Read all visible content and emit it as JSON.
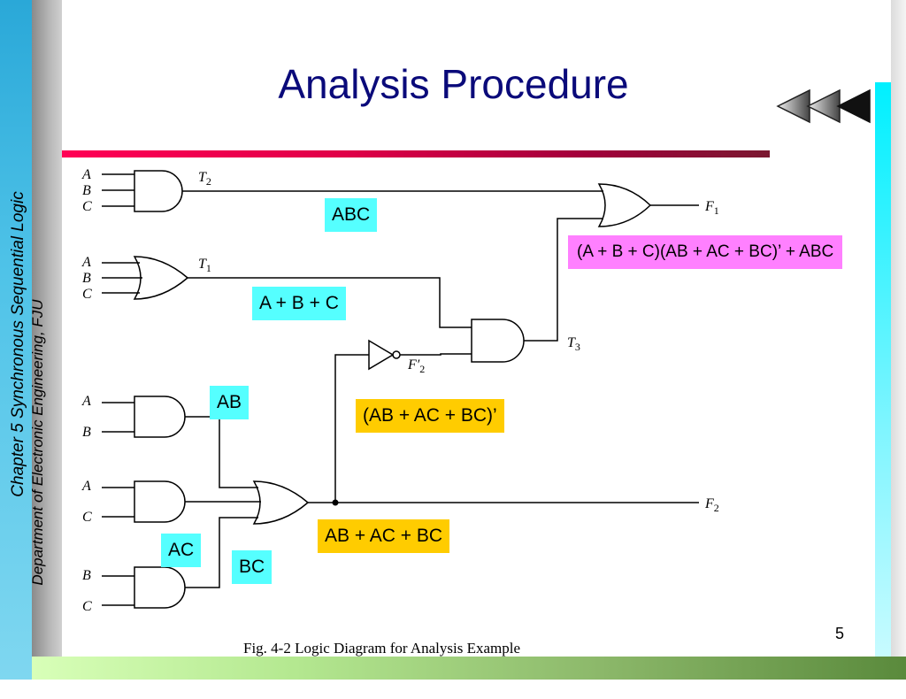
{
  "slide": {
    "title": "Analysis Procedure",
    "chapter": "Chapter 5 Synchronous Sequential Logic",
    "department": "Department of Electronic Engineering, FJU",
    "page_number": "5"
  },
  "colors": {
    "title": "#0a0a7a",
    "cyan_box": "#55ffff",
    "pink_box": "#ff80ff",
    "yellow_box": "#ffcc00",
    "rule_start": "#ff0055",
    "rule_end": "#7a1830"
  },
  "nav": {
    "icon": "triple-left-arrow-icon"
  },
  "diagram": {
    "caption": "Fig. 4-2  Logic Diagram for Analysis Example",
    "inputs": {
      "g1": [
        "A",
        "B",
        "C"
      ],
      "g2": [
        "A",
        "B",
        "C"
      ],
      "g3": [
        "A",
        "B"
      ],
      "g4": [
        "A",
        "C"
      ],
      "g5": [
        "B",
        "C"
      ]
    },
    "signals": {
      "t2_main": "T",
      "t2_sub": "2",
      "t1_main": "T",
      "t1_sub": "1",
      "t3_main": "T",
      "t3_sub": "3",
      "f1_main": "F",
      "f1_sub": "1",
      "f2_main": "F",
      "f2_sub": "2",
      "f2p_main": "F′",
      "f2p_sub": "2"
    },
    "expressions": {
      "abc": "ABC",
      "a_plus_b_plus_c": "A + B + C",
      "ab": "AB",
      "ac": "AC",
      "bc": "BC",
      "f2_comp": "(AB + AC + BC)’",
      "f2": "AB + AC + BC",
      "f1": "(A + B + C)(AB + AC + BC)’ + ABC"
    }
  }
}
